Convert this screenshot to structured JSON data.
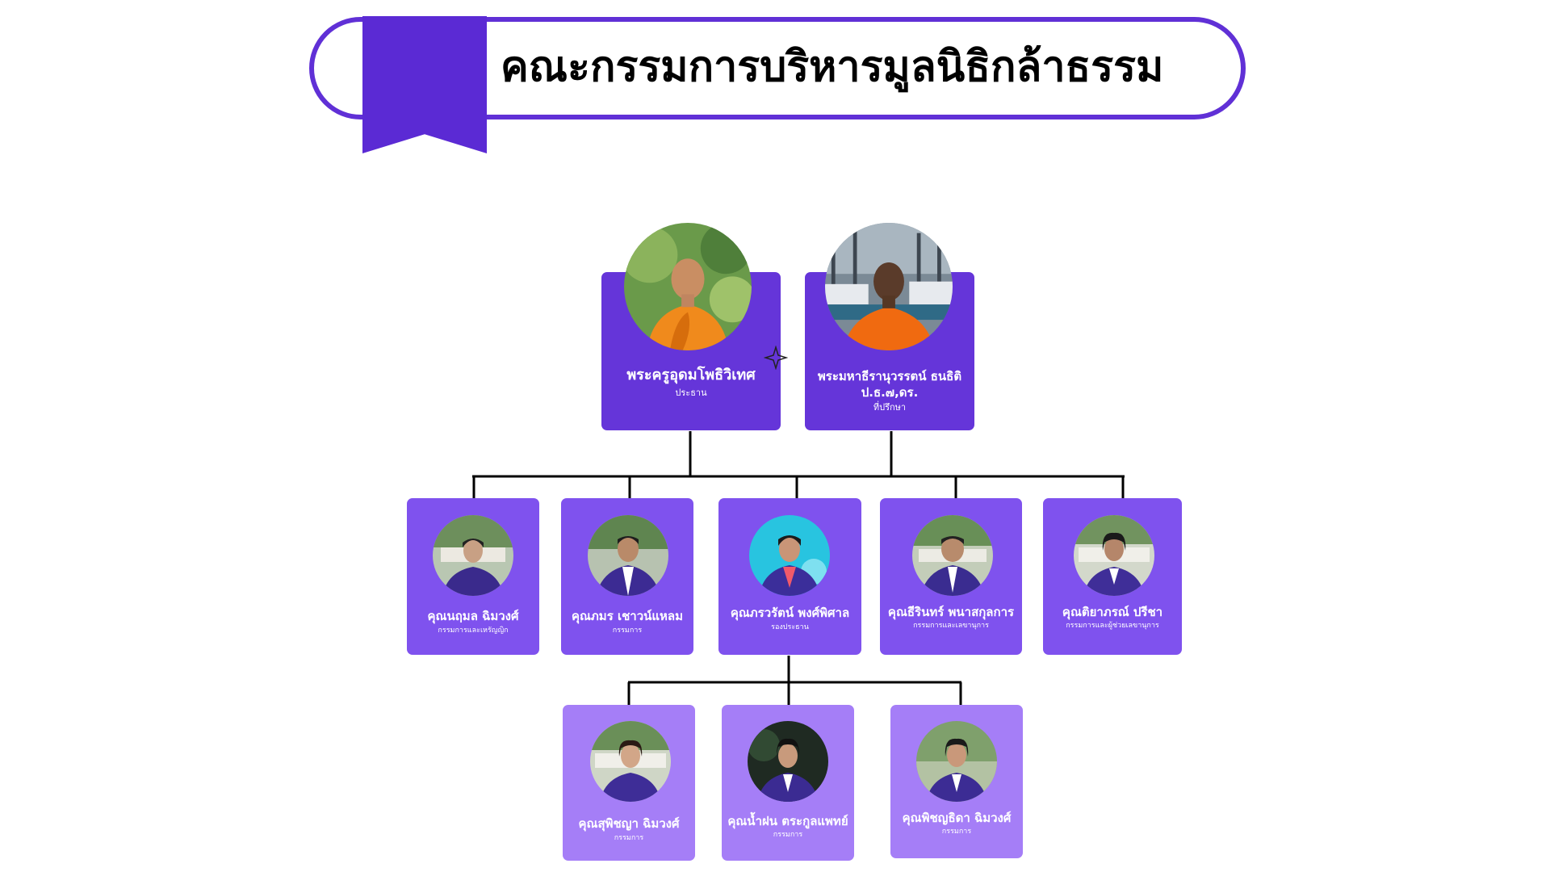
{
  "title": "คณะกรรมการบริหารมูลนิธิกล้าธรรม",
  "colors": {
    "brand": "#5b2ad4",
    "card_top": "#6535d9",
    "card_mid": "#7f52ee",
    "card_bottom": "#a57ef7",
    "connector": "#000000"
  },
  "leaders": [
    {
      "name": "พระครูอุดมโพธิวิเทศ",
      "role": "ประธาน",
      "photo": "monk-portrait-garden"
    },
    {
      "name_line1": "พระมหาธีรานุวรรตน์ ธนธิติ",
      "name_line2": "ป.ธ.๗,ดร.",
      "role": "ที่ปรึกษา",
      "photo": "monk-portrait-harbor"
    }
  ],
  "committee": [
    {
      "name": "คุณนฤมล ฉิมวงศ์",
      "role": "กรรมการและเหรัญญิก"
    },
    {
      "name": "คุณภมร เชาวน์แหลม",
      "role": "กรรมการ"
    },
    {
      "name": "คุณภรวรัตน์  พงศ์พิศาล",
      "role": "รองประธาน"
    },
    {
      "name": "คุณธีรินทร์ พนาสกุลการ",
      "role": "กรรมการและเลขานุการ"
    },
    {
      "name": "คุณติยาภรณ์ ปรีชา",
      "role": "กรรมการและผู้ช่วยเลขานุการ"
    }
  ],
  "members": [
    {
      "name": "คุณสุพิชญา ฉิมวงศ์",
      "role": "กรรมการ"
    },
    {
      "name": "คุณน้ำฝน ตระกูลแพทย์",
      "role": "กรรมการ"
    },
    {
      "name": "คุณพิชญธิดา ฉิมวงศ์",
      "role": "กรรมการ"
    }
  ]
}
